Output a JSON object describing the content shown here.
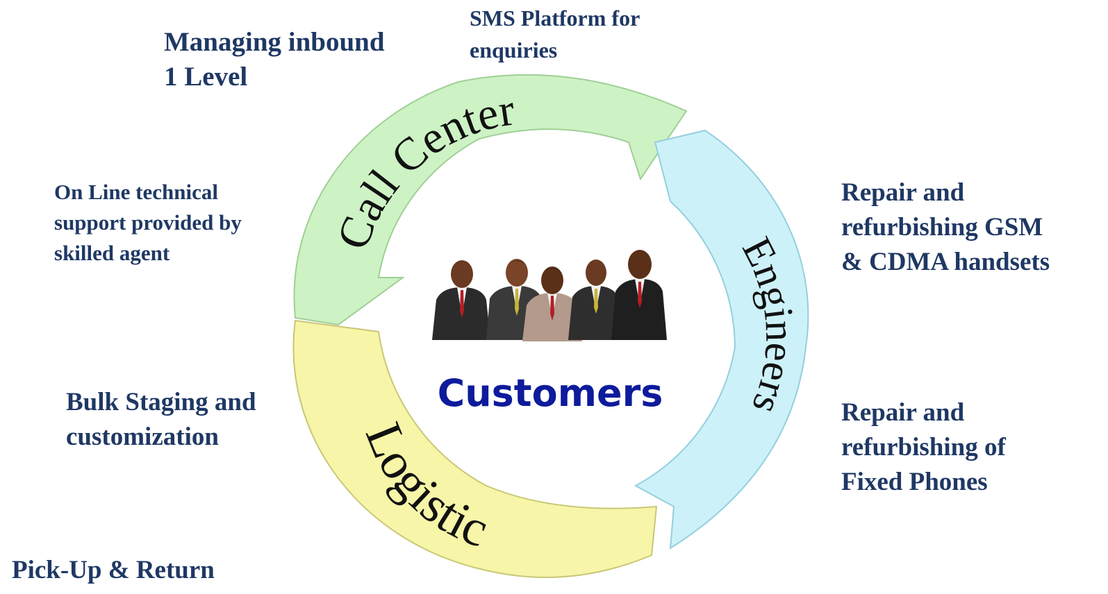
{
  "diagram": {
    "center_label": "Customers",
    "segments": [
      {
        "label": "Call Center",
        "color": "#cdf2c4",
        "stroke": "#9fcf95"
      },
      {
        "label": "Engineers",
        "color": "#cdf1f8",
        "stroke": "#93cfdf"
      },
      {
        "label": "Logistic",
        "color": "#f6f5a8",
        "stroke": "#c9c776"
      }
    ]
  },
  "notes": {
    "managing_inbound": "Managing inbound\n1 Level",
    "sms_platform": "SMS Platform for\nenquiries",
    "online_support": "On Line technical\nsupport provided by\nskilled agent",
    "repair_gsm": "Repair and\nrefurbishing GSM\n& CDMA handsets",
    "bulk_staging": "Bulk Staging and\ncustomization",
    "repair_fixed": "Repair and\nrefurbishing of\nFixed Phones",
    "pickup_return": "Pick-Up & Return"
  },
  "colors": {
    "text": "#1f3864",
    "center_title": "#0d1b9c"
  }
}
